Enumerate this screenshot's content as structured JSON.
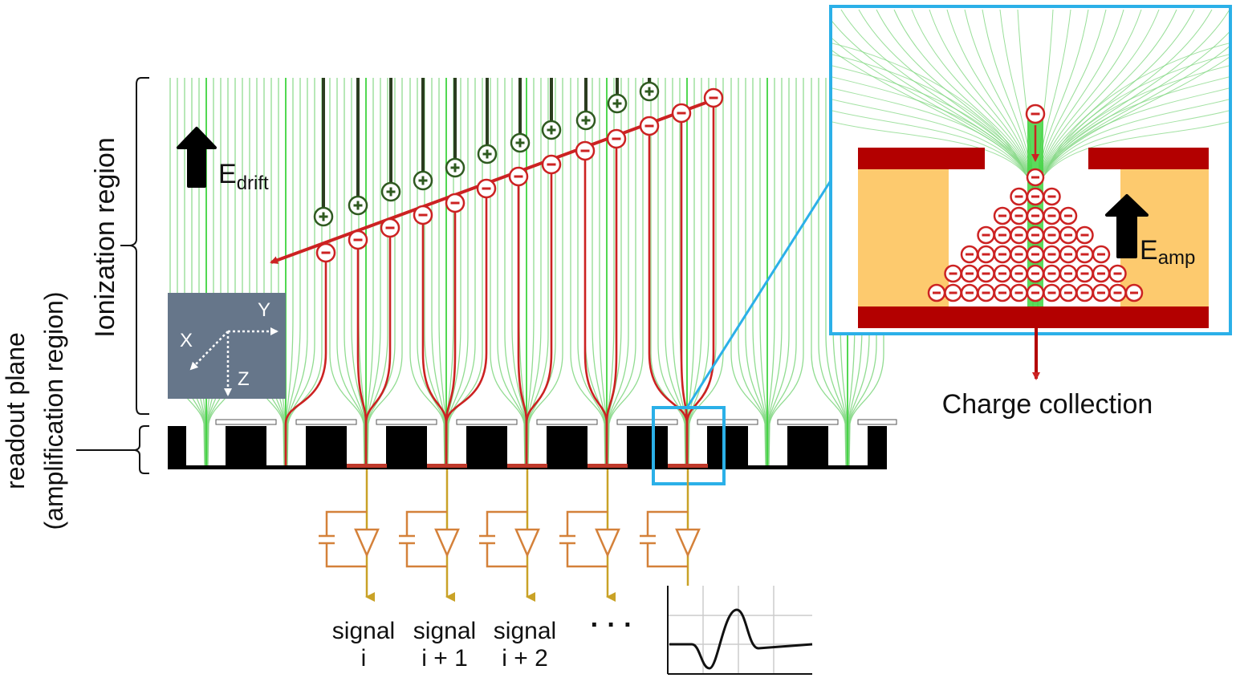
{
  "labels": {
    "ionization_region": "Ionization region",
    "readout_plane_line1": "readout plane",
    "readout_plane_line2": "(amplification region)",
    "e_drift_main": "E",
    "e_drift_sub": "drift",
    "e_amp_main": "E",
    "e_amp_sub": "amp",
    "charge_collection": "Charge collection",
    "axis_x": "X",
    "axis_y": "Y",
    "axis_z": "Z",
    "ellipsis": "· · ·",
    "signal_word": "signal"
  },
  "signals": [
    {
      "line1": "signal",
      "line2": "i"
    },
    {
      "line1": "signal",
      "line2": "i + 1"
    },
    {
      "line1": "signal",
      "line2": "i + 2"
    }
  ],
  "glyphs": {
    "plus": "+",
    "minus": "−"
  },
  "colors": {
    "field_line": "#7ed67e",
    "field_line_dense": "#3fd43f",
    "electron_path": "#cc2222",
    "ion_track": "#2b3d1f",
    "ion_symbol": "#2f5a20",
    "electrode": "#000000",
    "pad": "#c0392b",
    "circuit": "#d4813a",
    "wire": "#c9a227",
    "inset_border": "#2bb0e8",
    "inset_electrode": "#b30000",
    "dielectric": "#fdca6e",
    "axis_panel": "#66768a"
  }
}
